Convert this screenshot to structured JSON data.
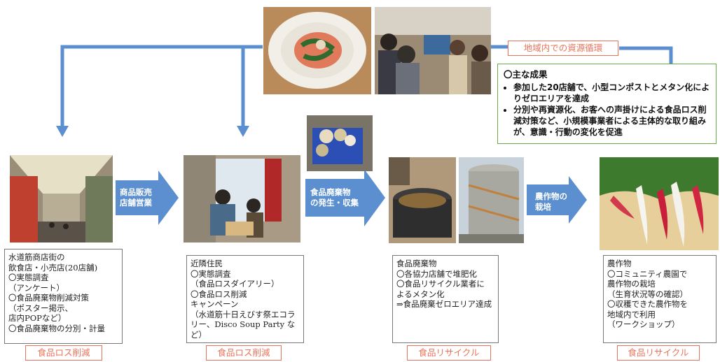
{
  "colors": {
    "arrow": "#5b8fd0",
    "line": "#5b8fd0",
    "tag": "#e8735a",
    "result_border": "#6aaa46"
  },
  "cycle_label": "地域内での資源循環",
  "results": {
    "title": "〇主な成果",
    "items": [
      "参加した20店舗で、小型コンポストとメタン化によりゼロエリアを達成",
      "分別や再資源化、お客への声掛けによる食品ロス削減対策など、小規模事業者による主体的な取り組みが、意識・行動の変化を促進"
    ]
  },
  "arrows": [
    "商品販売\n店舗営業",
    "食品廃棄物\nの発生・収集",
    "農作物の\n栽培"
  ],
  "stages": [
    {
      "text": "水道筋商店街の\n飲食店・小売店(20店舗)\n〇実態調査\n（アンケート）\n〇食品廃棄物削減対策\n（ポスター掲示、\n店内POPなど）\n〇食品廃棄物の分別・計量",
      "tag": "食品ロス削減"
    },
    {
      "text": "近隣住民\n〇実態調査\n（食品ロスダイアリー）\n〇食品ロス削減\nキャンペーン\n（水道筋十日えびす祭エコラリー、Disco Soup Party など）",
      "tag": "食品ロス削減"
    },
    {
      "text": "食品廃棄物\n〇各協力店舗で堆肥化\n〇食品リサイクル業者に\nよるメタン化\n⇒食品廃棄ゼロエリア達成",
      "tag": "食品リサイクル"
    },
    {
      "text": "農作物\n〇コミュニティ農園で\n農作物の栽培\n（生育状況等の確認）\n〇収穫できた農作物を\n地域内で利用\n（ワークショップ）",
      "tag": "食品リサイクル"
    }
  ]
}
